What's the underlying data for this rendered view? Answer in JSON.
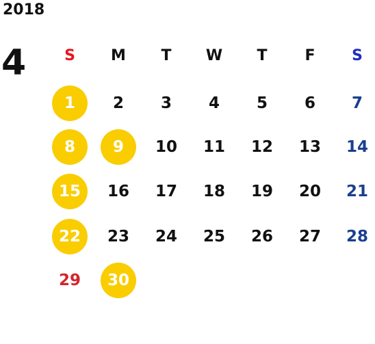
{
  "calendar": {
    "year": "2018",
    "month": "4",
    "weekday_headers": [
      {
        "label": "S",
        "color": "#e8141c"
      },
      {
        "label": "M",
        "color": "#111111"
      },
      {
        "label": "T",
        "color": "#111111"
      },
      {
        "label": "W",
        "color": "#111111"
      },
      {
        "label": "T",
        "color": "#111111"
      },
      {
        "label": "F",
        "color": "#111111"
      },
      {
        "label": "S",
        "color": "#1e2fbf"
      }
    ],
    "weeks": [
      [
        {
          "day": "1",
          "highlighted": true
        },
        {
          "day": "2"
        },
        {
          "day": "3"
        },
        {
          "day": "4"
        },
        {
          "day": "5"
        },
        {
          "day": "6"
        },
        {
          "day": "7",
          "color": "#1a3f8f"
        }
      ],
      [
        {
          "day": "8",
          "highlighted": true
        },
        {
          "day": "9",
          "highlighted": true
        },
        {
          "day": "10"
        },
        {
          "day": "11"
        },
        {
          "day": "12"
        },
        {
          "day": "13"
        },
        {
          "day": "14",
          "color": "#1a3f8f"
        }
      ],
      [
        {
          "day": "15",
          "highlighted": true
        },
        {
          "day": "16"
        },
        {
          "day": "17"
        },
        {
          "day": "18"
        },
        {
          "day": "19"
        },
        {
          "day": "20"
        },
        {
          "day": "21",
          "color": "#1a3f8f"
        }
      ],
      [
        {
          "day": "22",
          "highlighted": true
        },
        {
          "day": "23"
        },
        {
          "day": "24"
        },
        {
          "day": "25"
        },
        {
          "day": "26"
        },
        {
          "day": "27"
        },
        {
          "day": "28",
          "color": "#1a3f8f"
        }
      ],
      [
        {
          "day": "29",
          "color": "#d4252b"
        },
        {
          "day": "30",
          "highlighted": true
        }
      ]
    ],
    "highlight_color": "#f9cd00"
  }
}
